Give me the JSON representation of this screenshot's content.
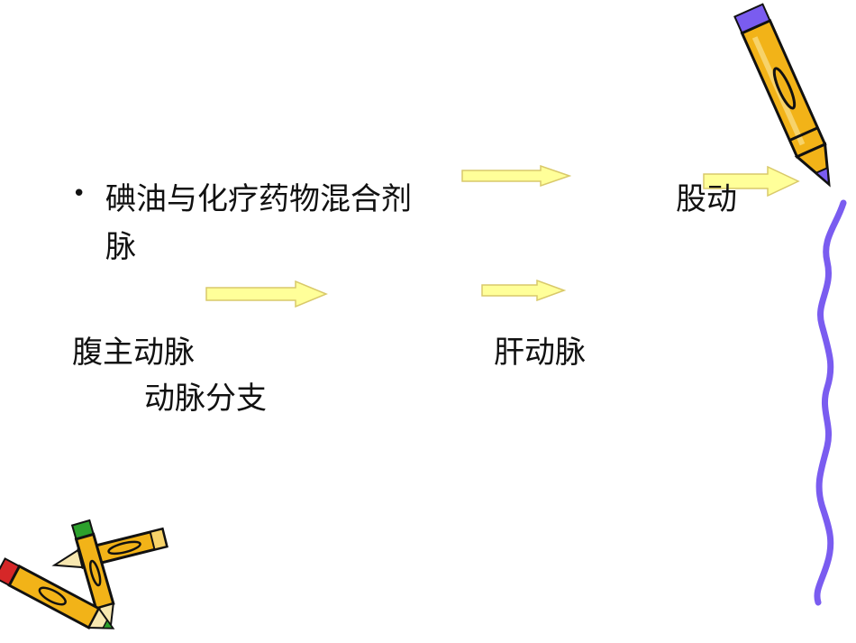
{
  "slide": {
    "bullet_glyph": "•",
    "line1_text": "碘油与化疗药物混合剂",
    "line1_right": "股动",
    "line2_text": "脉",
    "line3_left": "腹主动脉",
    "line3_right": "肝动脉",
    "line4_text": "动脉分支"
  },
  "colors": {
    "arrow_fill": "#ffff99",
    "arrow_stroke": "#d9c96a",
    "squiggle": "#7a5cf0",
    "pencil_body": "#f2b318",
    "pencil_outline": "#111111"
  },
  "icons": {
    "top_right": "pencil-icon",
    "bottom_left": "crossed-pencils-icon",
    "right_edge": "squiggle-line"
  }
}
